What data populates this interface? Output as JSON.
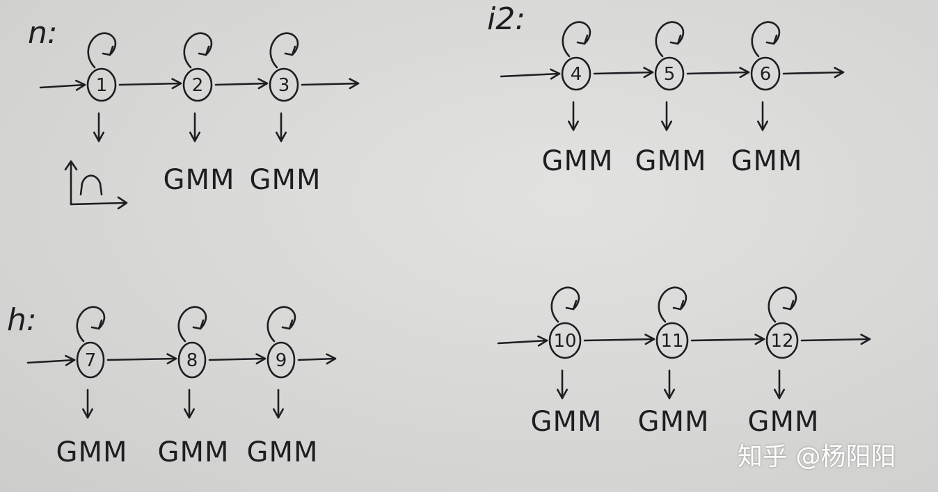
{
  "groups": [
    {
      "label": "n:",
      "states": [
        {
          "num": "1",
          "emission": ""
        },
        {
          "num": "2",
          "emission": "GMM"
        },
        {
          "num": "3",
          "emission": "GMM"
        }
      ]
    },
    {
      "label": "i2:",
      "states": [
        {
          "num": "4",
          "emission": "GMM"
        },
        {
          "num": "5",
          "emission": "GMM"
        },
        {
          "num": "6",
          "emission": "GMM"
        }
      ]
    },
    {
      "label": "h:",
      "states": [
        {
          "num": "7",
          "emission": "GMM"
        },
        {
          "num": "8",
          "emission": "GMM"
        },
        {
          "num": "9",
          "emission": "GMM"
        }
      ]
    },
    {
      "label": "",
      "states": [
        {
          "num": "10",
          "emission": "GMM"
        },
        {
          "num": "11",
          "emission": "GMM"
        },
        {
          "num": "12",
          "emission": "GMM"
        }
      ]
    }
  ],
  "first_emission_icon": "step-distribution-plot-icon",
  "watermark": "知乎 @杨阳阳"
}
